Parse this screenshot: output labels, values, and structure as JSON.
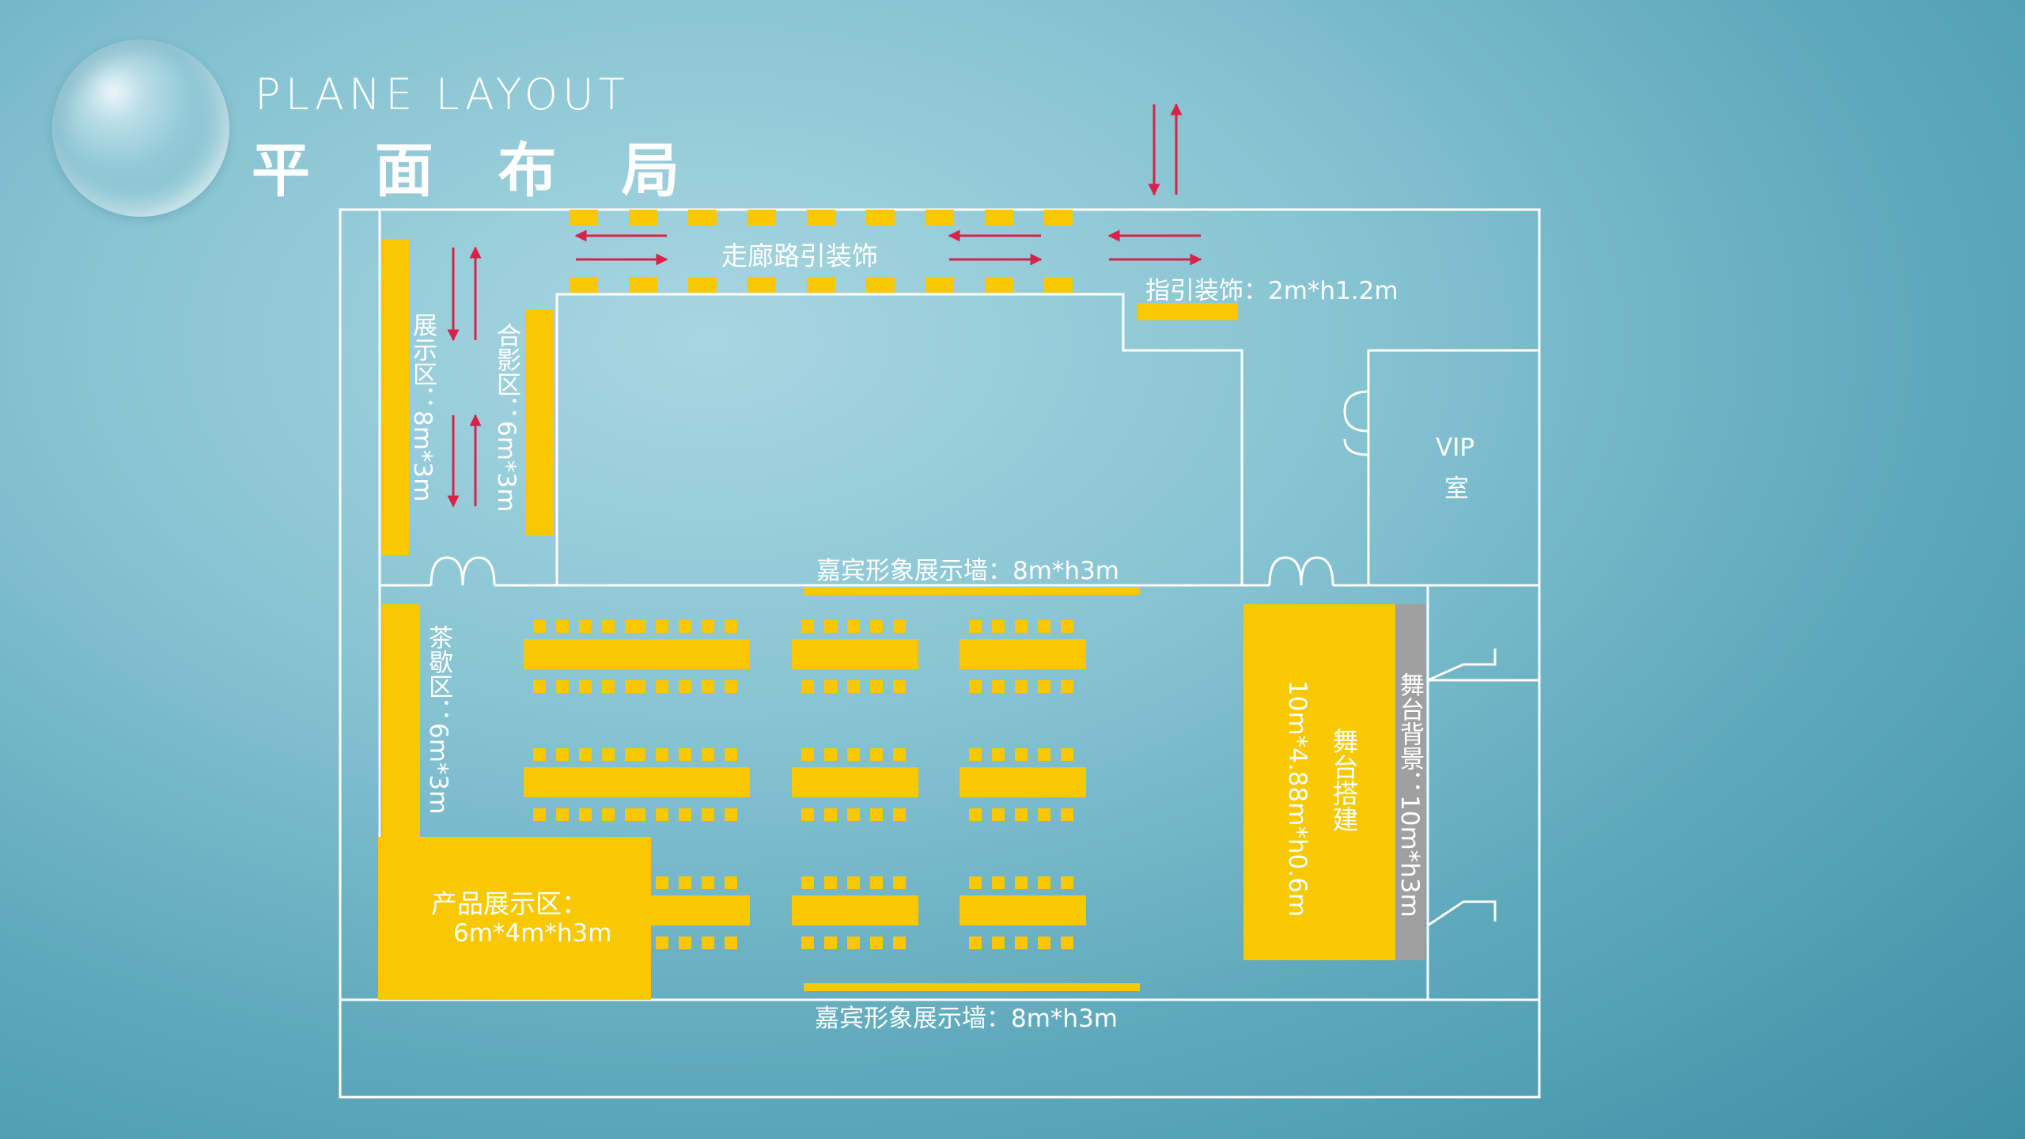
{
  "header": {
    "title_en": "PLANE LAYOUT",
    "title_cn": "平 面 布 局"
  },
  "labels": {
    "corridor": "走廊路引装饰",
    "guide": "指引装饰：2m*h1.2m",
    "display_area": "展示区：8m*3m",
    "photo_area": "合影区：6m*3m",
    "vip_line1": "VIP",
    "vip_line2": "室",
    "wall_top": "嘉宾形象展示墙：8m*h3m",
    "wall_bottom": "嘉宾形象展示墙：8m*h3m",
    "tea_area": "茶歇区：6m*3m",
    "product_line1": "产品展示区：",
    "product_line2": "6m*4m*h3m",
    "stage_line1": "舞台搭建",
    "stage_line2": "10m*4.88m*h0.6m",
    "stage_bg": "舞台背景：10m*h3m"
  },
  "colors": {
    "wall": "#ffffff",
    "furniture": "#f8c800",
    "arrow": "#d8224a",
    "stage_bg": "#a0a0a0"
  }
}
